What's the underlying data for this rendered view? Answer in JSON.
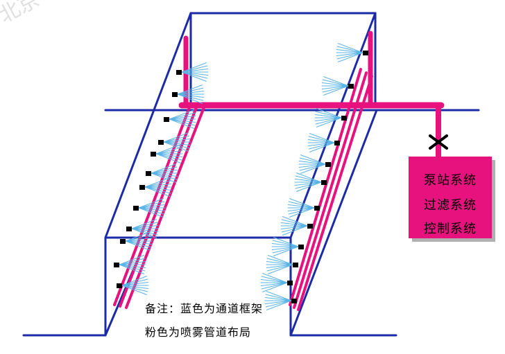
{
  "watermark": "北京",
  "pump_station": {
    "lines": [
      "泵站系统",
      "过滤系统",
      "控制系统"
    ]
  },
  "note": {
    "line1": "备注：蓝色为通道框架",
    "line2": "粉色为喷雾管道布局"
  },
  "colors": {
    "frame": "#1b2aa6",
    "pipe": "#e8127f",
    "nozzle": "#000000",
    "spray": "#5ab4e6"
  }
}
